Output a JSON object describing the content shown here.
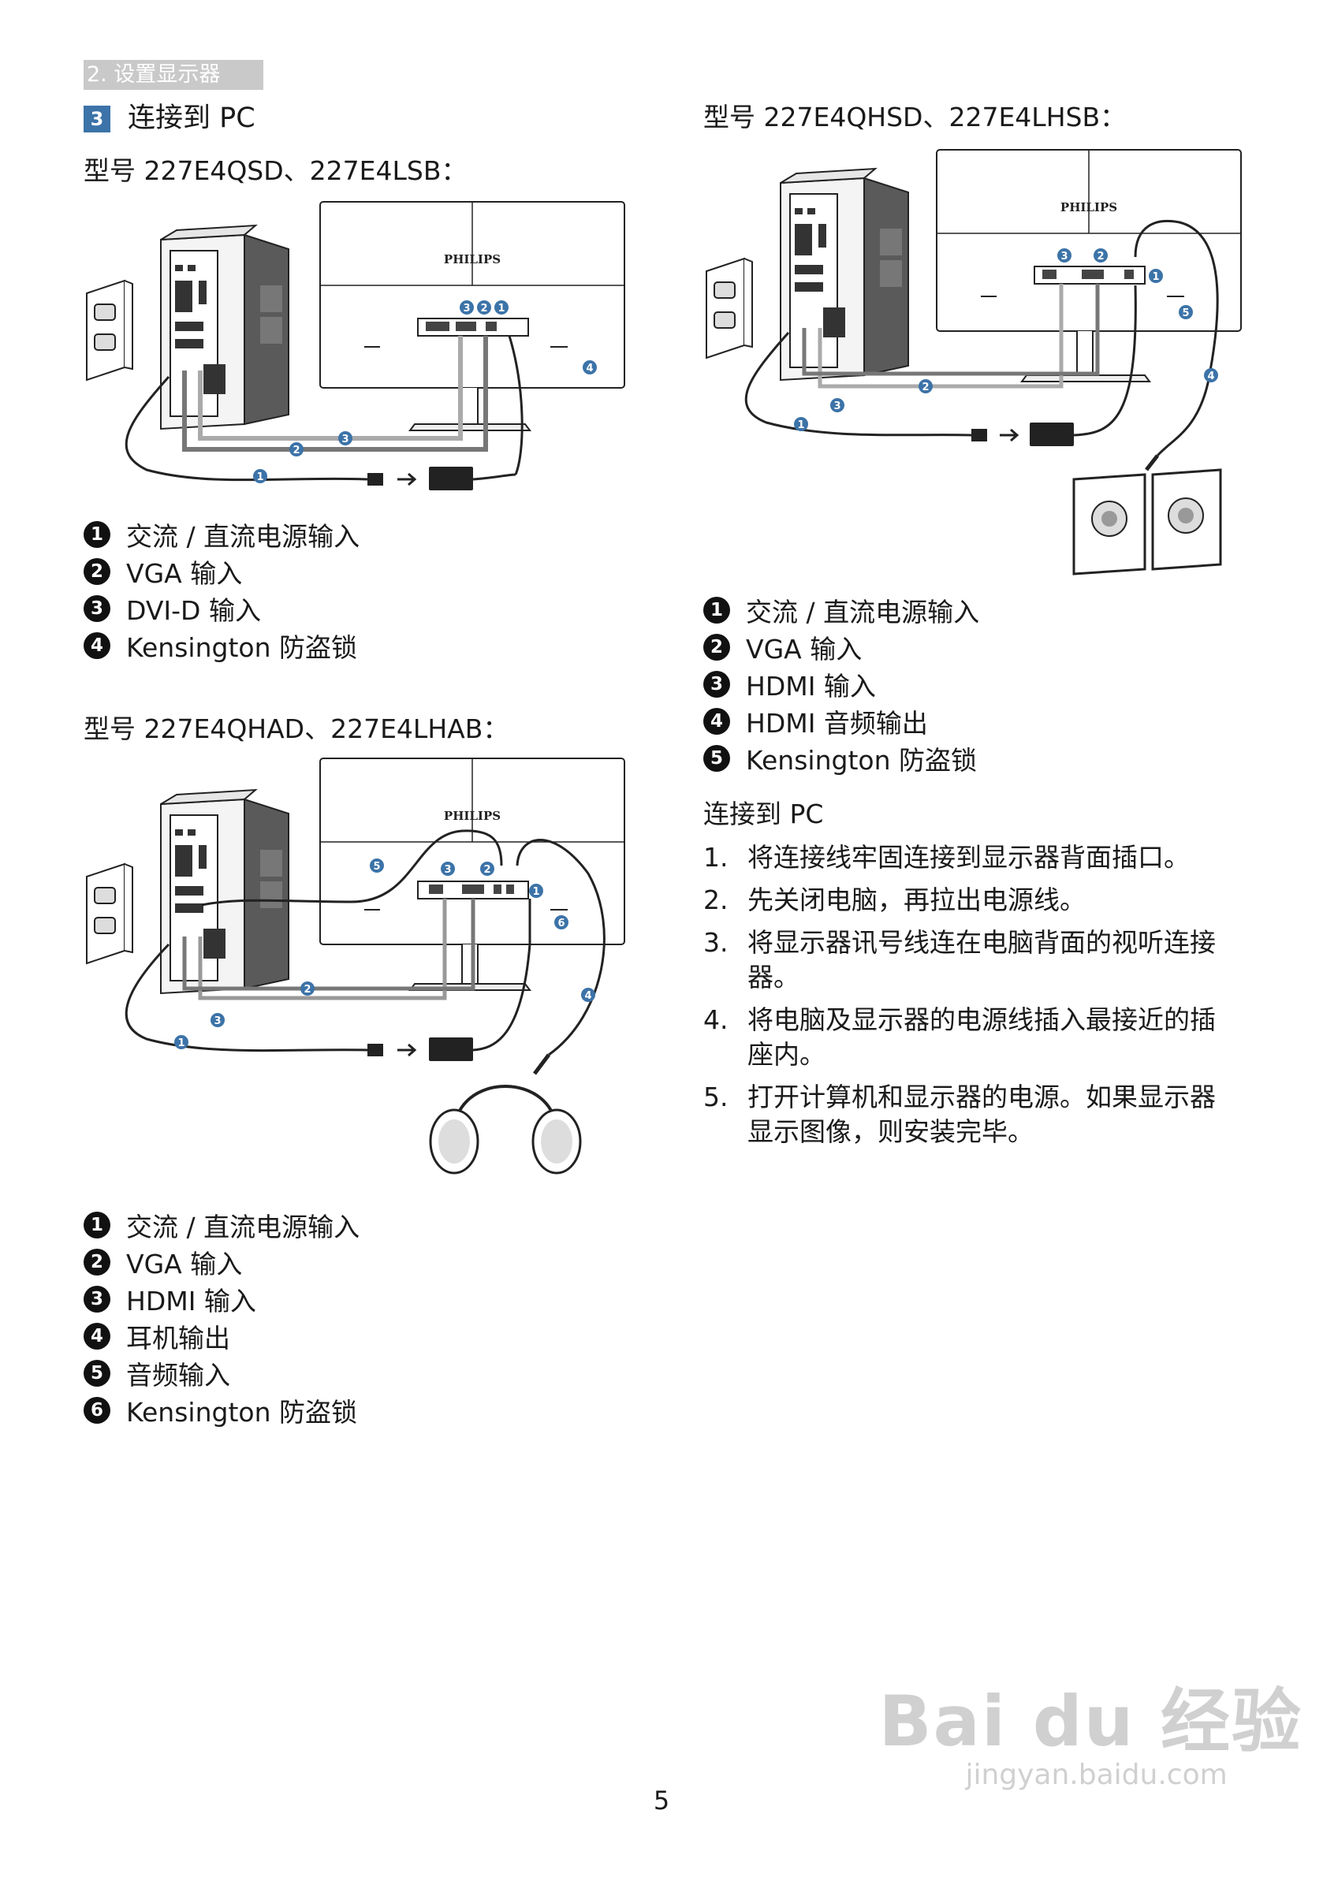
{
  "section_tab": "2. 设置显示器",
  "step": {
    "number": "3",
    "title": "连接到 PC"
  },
  "model_a": {
    "title": "型号 227E4QSD、227E4LSB：",
    "legend": [
      {
        "num": "1",
        "label": "交流 / 直流电源输入"
      },
      {
        "num": "2",
        "label": "VGA 输入"
      },
      {
        "num": "3",
        "label": "DVI-D 输入"
      },
      {
        "num": "4",
        "label": "Kensington 防盗锁"
      }
    ]
  },
  "model_b": {
    "title": "型号 227E4QHAD、227E4LHAB：",
    "legend": [
      {
        "num": "1",
        "label": "交流 / 直流电源输入"
      },
      {
        "num": "2",
        "label": "VGA 输入"
      },
      {
        "num": "3",
        "label": "HDMI 输入"
      },
      {
        "num": "4",
        "label": "耳机输出"
      },
      {
        "num": "5",
        "label": "音频输入"
      },
      {
        "num": "6",
        "label": "Kensington 防盗锁"
      }
    ]
  },
  "model_c": {
    "title": "型号 227E4QHSD、227E4LHSB：",
    "legend": [
      {
        "num": "1",
        "label": "交流 / 直流电源输入"
      },
      {
        "num": "2",
        "label": "VGA 输入"
      },
      {
        "num": "3",
        "label": "HDMI 输入"
      },
      {
        "num": "4",
        "label": "HDMI 音频输出"
      },
      {
        "num": "5",
        "label": "Kensington 防盗锁"
      }
    ]
  },
  "connect": {
    "title": "连接到 PC",
    "steps": [
      {
        "num": "1.",
        "text": "将连接线牢固连接到显示器背面插口。"
      },
      {
        "num": "2.",
        "text": "先关闭电脑，再拉出电源线。"
      },
      {
        "num": "3.",
        "text": "将显示器讯号线连在电脑背面的视听连接器。"
      },
      {
        "num": "4.",
        "text": "将电脑及显示器的电源线插入最接近的插座内。"
      },
      {
        "num": "5.",
        "text": "打开计算机和显示器的电源。如果显示器显示图像，则安装完毕。"
      }
    ]
  },
  "diagram_brand": "PHILIPS",
  "page_number": "5",
  "watermark": {
    "logo": "Bai du 经验",
    "url": "jingyan.baidu.com"
  }
}
